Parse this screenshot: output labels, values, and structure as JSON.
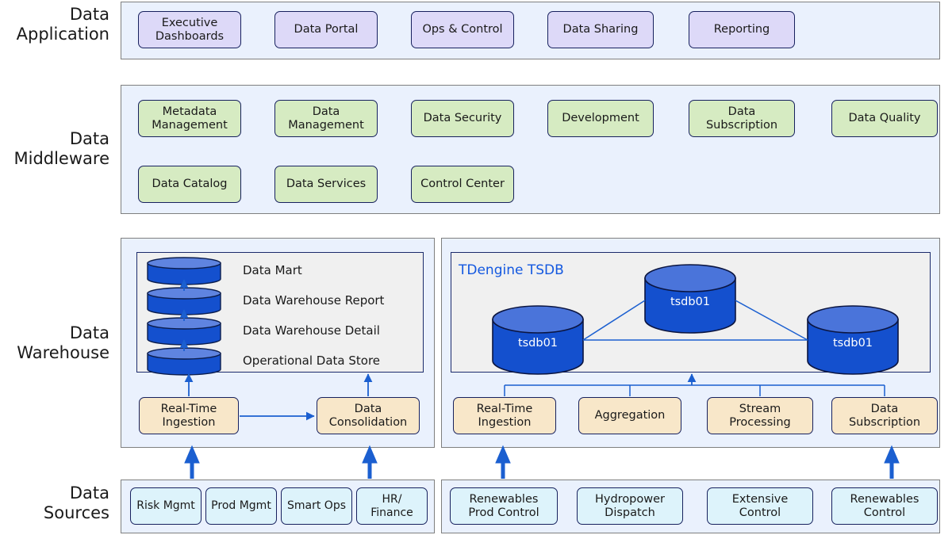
{
  "rows": [
    {
      "key": "application",
      "label": "Data\nApplication"
    },
    {
      "key": "middleware",
      "label": "Data\nMiddleware"
    },
    {
      "key": "warehouse",
      "label": "Data\nWarehouse"
    },
    {
      "key": "sources",
      "label": "Data\nSources"
    }
  ],
  "application": {
    "items": [
      {
        "label": "Executive\nDashboards"
      },
      {
        "label": "Data Portal"
      },
      {
        "label": "Ops & Control"
      },
      {
        "label": "Data Sharing"
      },
      {
        "label": "Reporting"
      }
    ]
  },
  "middleware": {
    "row1": [
      {
        "label": "Metadata\nManagement"
      },
      {
        "label": "Data\nManagement"
      },
      {
        "label": "Data Security"
      },
      {
        "label": "Development"
      },
      {
        "label": "Data\nSubscription"
      },
      {
        "label": "Data Quality"
      }
    ],
    "row2": [
      {
        "label": "Data Catalog"
      },
      {
        "label": "Data Services"
      },
      {
        "label": "Control Center"
      }
    ]
  },
  "warehouse": {
    "left": {
      "stack": [
        {
          "label": "Data Mart"
        },
        {
          "label": "Data Warehouse Report"
        },
        {
          "label": "Data Warehouse Detail"
        },
        {
          "label": "Operational Data Store"
        }
      ],
      "process": [
        {
          "label": "Real-Time\nIngestion"
        },
        {
          "label": "Data\nConsolidation"
        }
      ]
    },
    "right": {
      "title": "TDengine TSDB",
      "nodes": [
        {
          "label": "tsdb01"
        },
        {
          "label": "tsdb01"
        },
        {
          "label": "tsdb01"
        }
      ],
      "process": [
        {
          "label": "Real-Time\nIngestion"
        },
        {
          "label": "Aggregation"
        },
        {
          "label": "Stream\nProcessing"
        },
        {
          "label": "Data\nSubscription"
        }
      ]
    }
  },
  "sources": {
    "left": [
      {
        "label": "Risk Mgmt"
      },
      {
        "label": "Prod Mgmt"
      },
      {
        "label": "Smart Ops"
      },
      {
        "label": "HR/\nFinance"
      }
    ],
    "right": [
      {
        "label": "Renewables\nProd Control"
      },
      {
        "label": "Hydropower\nDispatch"
      },
      {
        "label": "Extensive\nControl"
      },
      {
        "label": "Renewables\nControl"
      }
    ]
  },
  "colors": {
    "band_fill": "#eaf1fd",
    "band_border": "#7f7f7f",
    "app_fill": "#ddd9f8",
    "middleware_fill": "#d6ebc2",
    "process_fill": "#f8e7c9",
    "source_fill": "#ddf3fb",
    "node_border": "#17215e",
    "cylinder_body": "#1450ce",
    "cylinder_top": "#5f84e0",
    "arrow_blue": "#1b5fd0",
    "tsdb_title": "#1358e0",
    "inner_panel_fill": "#f0f0f0"
  }
}
